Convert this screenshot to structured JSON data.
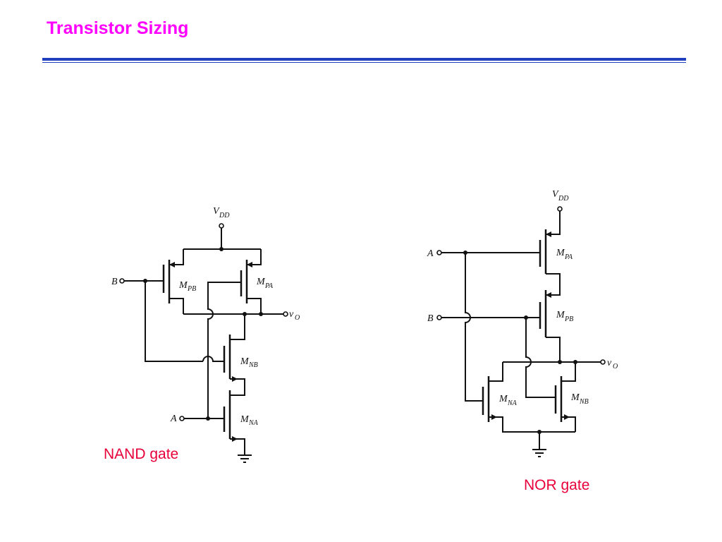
{
  "slide": {
    "title": "Transistor Sizing",
    "title_color": "#ff00ff",
    "rule_color": "#1f3fbf",
    "caption_color": "#e8003a"
  },
  "nand": {
    "caption": "NAND gate",
    "vdd_main": "V",
    "vdd_sub": "DD",
    "input_b": "B",
    "input_a": "A",
    "output_main": "v",
    "output_sub": "O",
    "mpb_main": "M",
    "mpb_sub": "PB",
    "mpa_main": "M",
    "mpa_sub": "PA",
    "mnb_main": "M",
    "mnb_sub": "NB",
    "mna_main": "M",
    "mna_sub": "NA"
  },
  "nor": {
    "caption": "NOR gate",
    "vdd_main": "V",
    "vdd_sub": "DD",
    "input_a": "A",
    "input_b": "B",
    "output_main": "v",
    "output_sub": "O",
    "mpa_main": "M",
    "mpa_sub": "PA",
    "mpb_main": "M",
    "mpb_sub": "PB",
    "mna_main": "M",
    "mna_sub": "NA",
    "mnb_main": "M",
    "mnb_sub": "NB"
  }
}
